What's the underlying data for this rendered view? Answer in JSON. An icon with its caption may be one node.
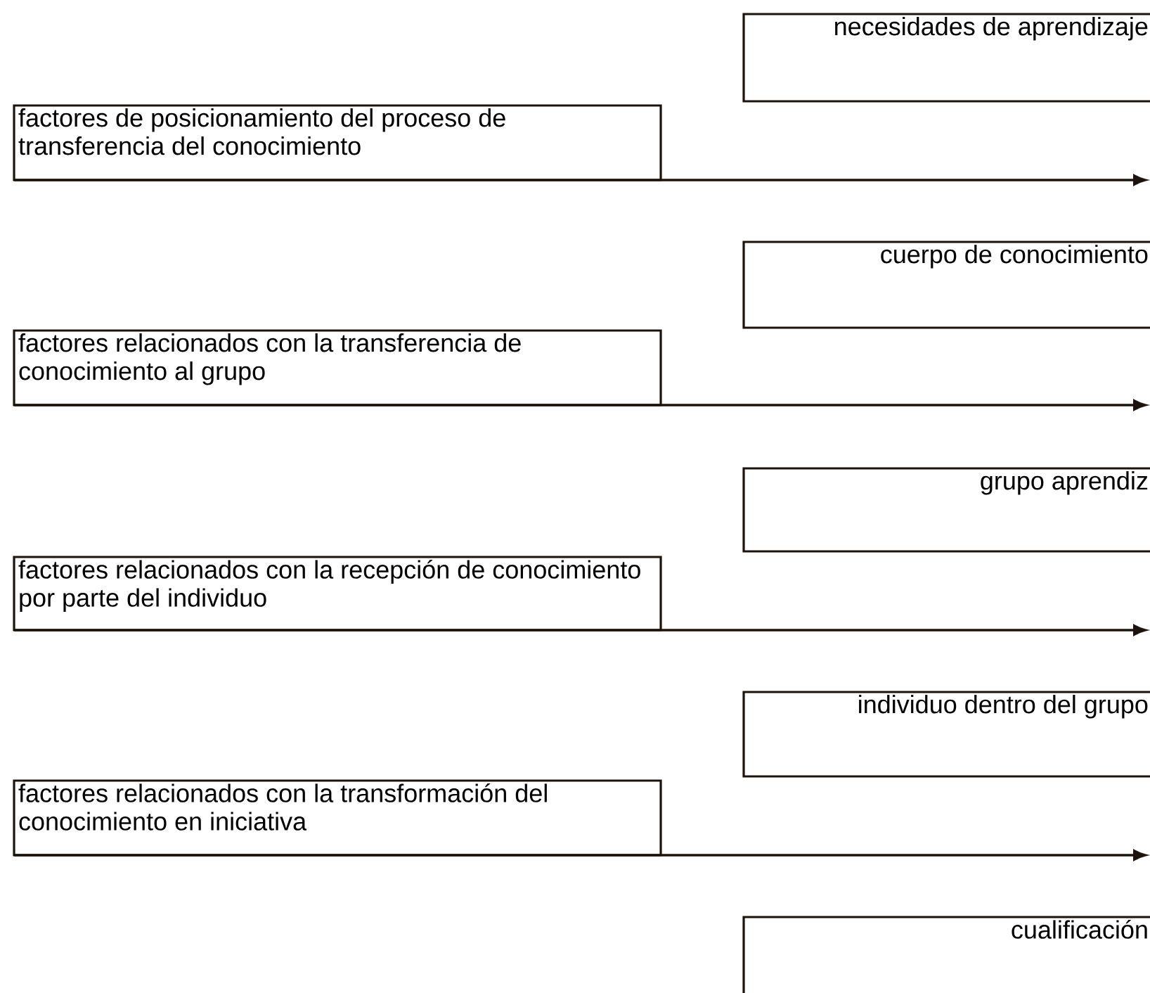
{
  "diagram": {
    "nodes": [
      {
        "text": [
          "necesidades de aprendizaje"
        ]
      },
      {
        "text": [
          "factores de posicionamiento del proceso de transferencia del conocimiento"
        ]
      },
      {
        "text": [
          "cuerpo de conocimiento"
        ]
      },
      {
        "text": [
          "factores relacionados con la transferencia de conocimiento al grupo"
        ]
      },
      {
        "text": [
          "grupo aprendiz"
        ]
      },
      {
        "text": [
          "factores relacionados con la recepción de conocimiento por parte del individuo"
        ]
      },
      {
        "text": [
          "individuo dentro del grupo"
        ]
      },
      {
        "text": [
          "factores relacionados con la transformación del conocimiento en iniciativa"
        ]
      },
      {
        "text": [
          "cualificación"
        ]
      }
    ],
    "edges": [
      {
        "from": 1,
        "to": null,
        "arrow": "to"
      },
      {
        "from": 3,
        "to": null,
        "arrow": "to"
      },
      {
        "from": 5,
        "to": null,
        "arrow": "to"
      },
      {
        "from": 7,
        "to": null,
        "arrow": "to"
      }
    ]
  }
}
